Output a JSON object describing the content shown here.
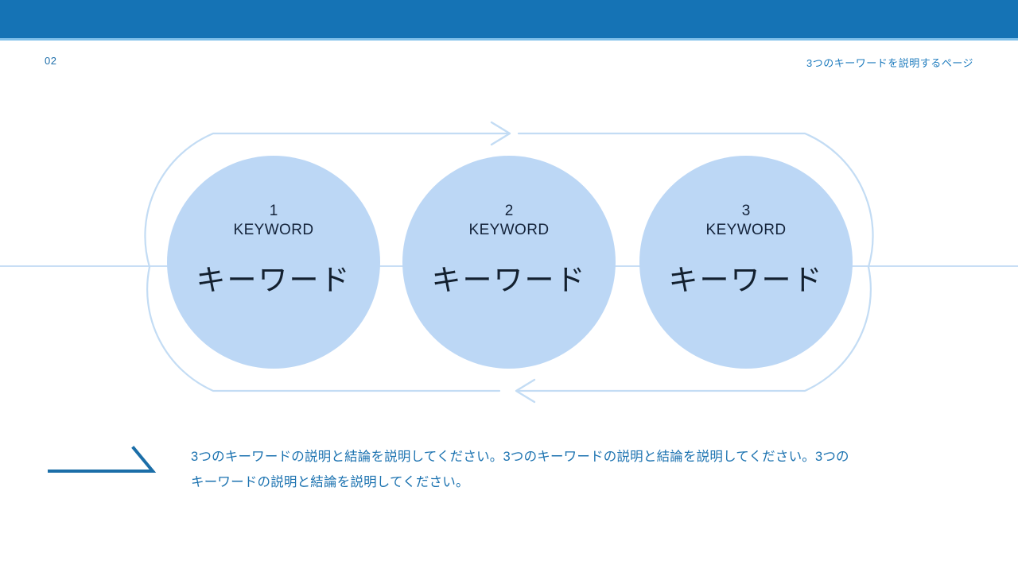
{
  "slide": {
    "page_number": "02",
    "header_title": "3つのキーワードを説明するページ",
    "colors": {
      "top_bar": "#1573B5",
      "top_bar_underline": "#7FC0EA",
      "circle_fill": "#BCD7F5",
      "loop_stroke": "#C3DCF4",
      "center_rule": "#C8DEF5",
      "caption_text": "#1B72B0",
      "marker_stroke": "#1B6EA8",
      "circle_text": "#14233A"
    }
  },
  "diagram": {
    "type": "cycle-loop",
    "loop_arrow_top_direction": "right",
    "loop_arrow_bottom_direction": "left",
    "circles": [
      {
        "index": "1",
        "keyword_en": "KEYWORD",
        "keyword_jp": "キーワード"
      },
      {
        "index": "2",
        "keyword_en": "KEYWORD",
        "keyword_jp": "キーワード"
      },
      {
        "index": "3",
        "keyword_en": "KEYWORD",
        "keyword_jp": "キーワード"
      }
    ]
  },
  "caption": {
    "body": "3つのキーワードの説明と結論を説明してください。3つのキーワードの説明と結論を説明してください。3つのキーワードの説明と結論を説明してください。"
  }
}
